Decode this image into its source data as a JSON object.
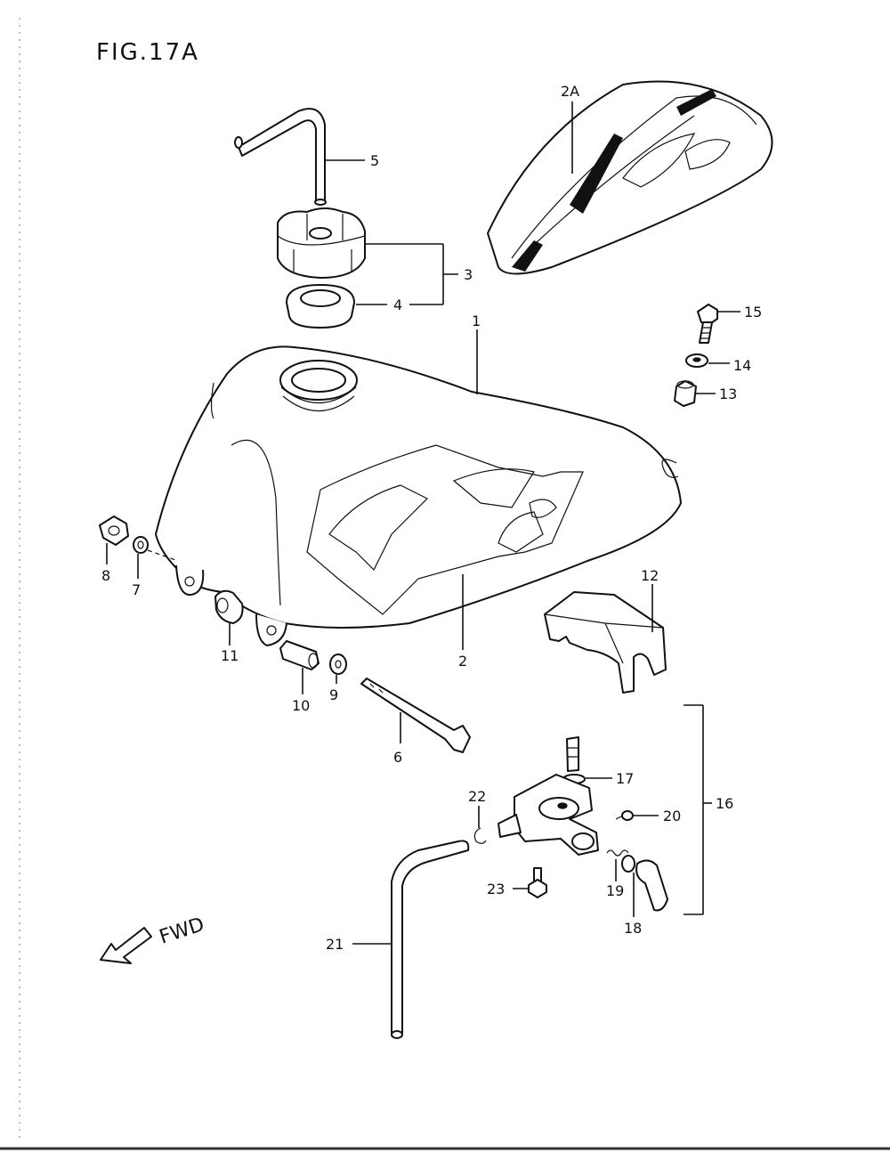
{
  "figure": {
    "title": "FIG.17A"
  },
  "direction": {
    "label": "FWD"
  },
  "callouts": [
    {
      "id": "1",
      "label": "1"
    },
    {
      "id": "2",
      "label": "2"
    },
    {
      "id": "2A",
      "label": "2A"
    },
    {
      "id": "3",
      "label": "3"
    },
    {
      "id": "4",
      "label": "4"
    },
    {
      "id": "5",
      "label": "5"
    },
    {
      "id": "6",
      "label": "6"
    },
    {
      "id": "7",
      "label": "7"
    },
    {
      "id": "8",
      "label": "8"
    },
    {
      "id": "9",
      "label": "9"
    },
    {
      "id": "10",
      "label": "10"
    },
    {
      "id": "11",
      "label": "11"
    },
    {
      "id": "12",
      "label": "12"
    },
    {
      "id": "13",
      "label": "13"
    },
    {
      "id": "14",
      "label": "14"
    },
    {
      "id": "15",
      "label": "15"
    },
    {
      "id": "16",
      "label": "16"
    },
    {
      "id": "17",
      "label": "17"
    },
    {
      "id": "18",
      "label": "18"
    },
    {
      "id": "19",
      "label": "19"
    },
    {
      "id": "20",
      "label": "20"
    },
    {
      "id": "21",
      "label": "21"
    },
    {
      "id": "22",
      "label": "22"
    },
    {
      "id": "23",
      "label": "23"
    }
  ]
}
